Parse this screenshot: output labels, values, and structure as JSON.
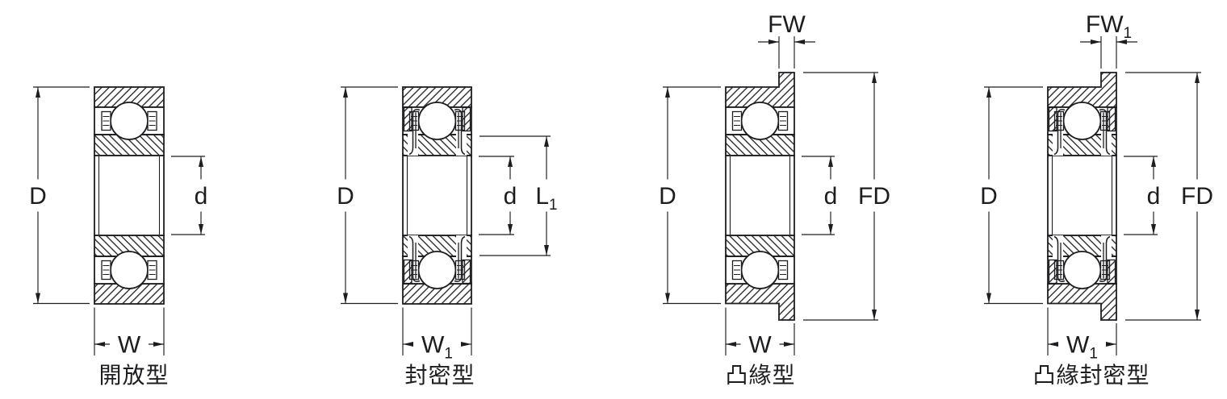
{
  "diagram": {
    "kind": "ball-bearing cross-section types",
    "colors": {
      "line": "#1d1d20",
      "background": "#ffffff"
    }
  },
  "bearings": [
    {
      "name": "open-type",
      "caption": "開放型",
      "sealed": false,
      "flanged": false,
      "dims": {
        "outer_diameter": {
          "base": "D"
        },
        "bore_diameter": {
          "base": "d"
        },
        "width": {
          "base": "W"
        }
      }
    },
    {
      "name": "sealed-type",
      "caption": "封密型",
      "sealed": true,
      "flanged": false,
      "dims": {
        "outer_diameter": {
          "base": "D"
        },
        "bore_diameter": {
          "base": "d"
        },
        "width": {
          "base": "W",
          "sub": "1"
        },
        "seal_land_diameter": {
          "base": "L",
          "sub": "1"
        }
      }
    },
    {
      "name": "flanged-type",
      "caption": "凸緣型",
      "sealed": false,
      "flanged": true,
      "dims": {
        "outer_diameter": {
          "base": "D"
        },
        "bore_diameter": {
          "base": "d"
        },
        "width": {
          "base": "W"
        },
        "flange_width": {
          "base": "FW"
        },
        "flange_diameter": {
          "base": "FD"
        }
      }
    },
    {
      "name": "flanged-sealed-type",
      "caption": "凸緣封密型",
      "sealed": true,
      "flanged": true,
      "dims": {
        "outer_diameter": {
          "base": "D"
        },
        "bore_diameter": {
          "base": "d"
        },
        "width": {
          "base": "W",
          "sub": "1"
        },
        "flange_width": {
          "base": "FW",
          "sub": "1"
        },
        "flange_diameter": {
          "base": "FD"
        }
      }
    }
  ]
}
